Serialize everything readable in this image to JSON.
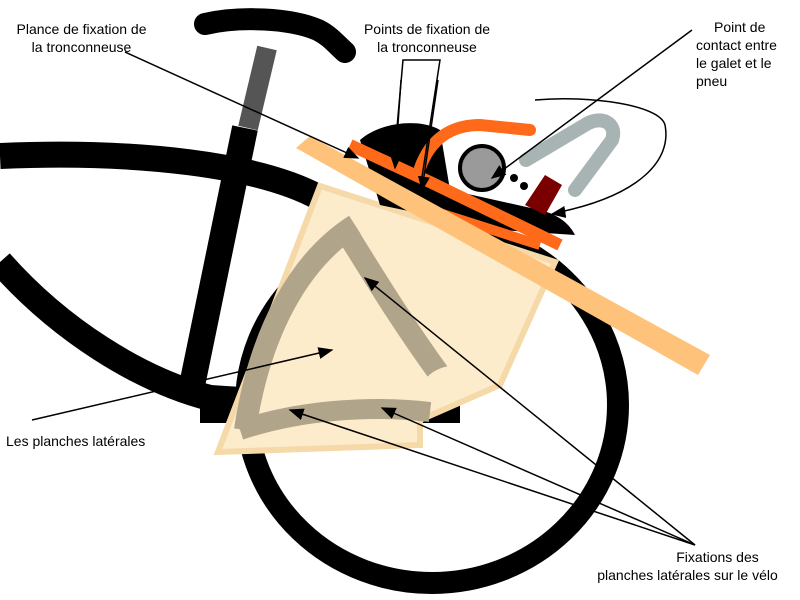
{
  "labels": {
    "plank_fix": {
      "line1": "Plance de fixation de",
      "line2": "la tronconneuse"
    },
    "fix_points": {
      "line1": "Points de fixation de",
      "line2": "la tronconneuse"
    },
    "contact": {
      "line1": "Point de",
      "line2": "contact entre",
      "line3": "le galet et le",
      "line4": "pneu"
    },
    "side_planks": {
      "line1": "Les planches latérales"
    },
    "side_fix": {
      "line1": "Fixations des",
      "line2": "planches latérales sur le vélo"
    }
  },
  "colors": {
    "frame": "#000000",
    "seatpost": "#555555",
    "side_plank": "#fdeccc",
    "side_plank_edge": "#f5d9a8",
    "brace": "#b0a48a",
    "top_plank": "#ffc27a",
    "chainsaw_orange": "#ff6a1a",
    "roller": "#9a9a9a",
    "tool_grey": "#a8b4b4",
    "dark_red": "#7a0000"
  }
}
